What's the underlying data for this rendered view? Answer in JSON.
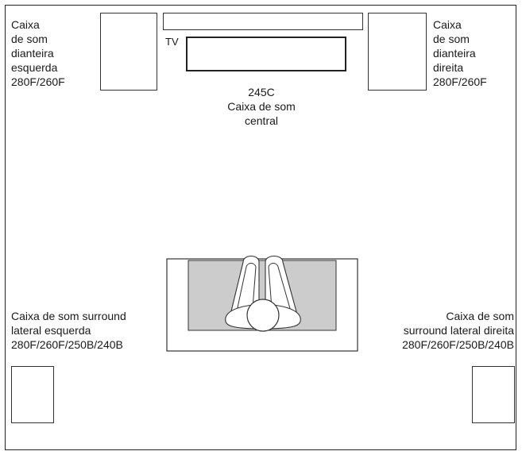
{
  "front_left": {
    "lines": [
      "Caixa",
      "de som",
      "dianteira",
      "esquerda",
      "280F/260F"
    ]
  },
  "front_right": {
    "lines": [
      "Caixa",
      "de som",
      "dianteira",
      "direita",
      "280F/260F"
    ]
  },
  "tv": {
    "label": "TV"
  },
  "center": {
    "lines": [
      "245C",
      "Caixa de som",
      "central"
    ]
  },
  "surround_left": {
    "lines": [
      "Caixa de som surround",
      "lateral esquerda",
      "280F/260F/250B/240B"
    ]
  },
  "surround_right": {
    "lines": [
      "Caixa de som",
      "surround lateral direita",
      "280F/260F/250B/240B"
    ]
  },
  "colors": {
    "sofa_seat": "#cccccc",
    "outline": "#333333"
  }
}
